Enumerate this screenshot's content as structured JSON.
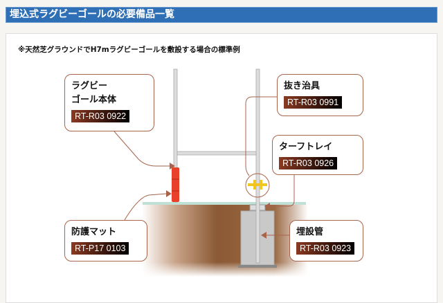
{
  "header": {
    "title": "埋込式ラグビーゴールの必要備品一覧"
  },
  "subtitle": "※天然芝グラウンドでH7mラグビーゴールを敷設する場合の標準例",
  "callouts": [
    {
      "title_lines": [
        "ラグビー",
        "ゴール本体"
      ],
      "code": "RT-R03 0922"
    },
    {
      "title_lines": [
        "抜き治具"
      ],
      "code": "RT-R03 0991"
    },
    {
      "title_lines": [
        "ターフトレイ"
      ],
      "code": "RT-R03 0926"
    },
    {
      "title_lines": [
        "防護マット"
      ],
      "code": "RT-P17 0103"
    },
    {
      "title_lines": [
        "埋設管"
      ],
      "code": "RT-R03 0923"
    }
  ],
  "colors": {
    "header": "#2f6fb5",
    "callout_border": "#a8634a",
    "pad": "#e8402a",
    "soil": "#8b5a35"
  }
}
